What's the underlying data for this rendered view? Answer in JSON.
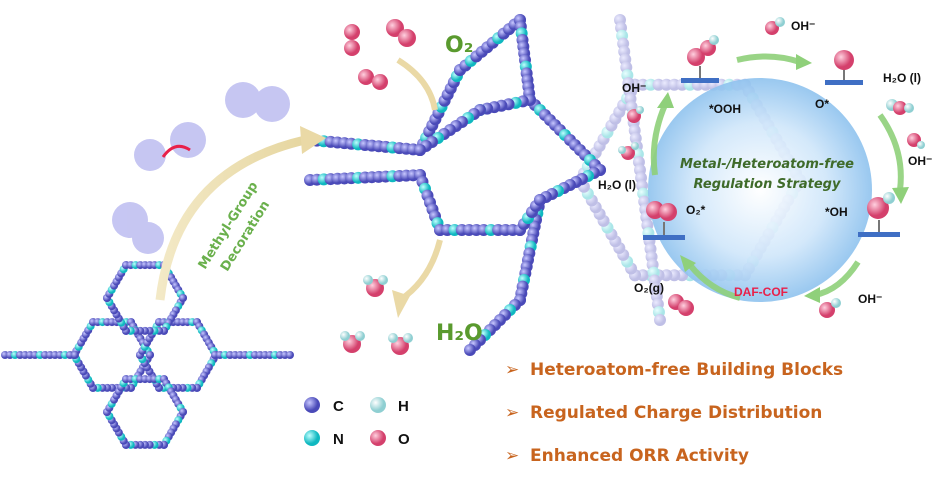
{
  "top_label_o2": "O₂",
  "bottom_label_h2o": "H₂O",
  "arrow_label": {
    "line1": "Methyl-Group",
    "line2": "Decoration"
  },
  "cycle": {
    "center_line1": "Metal-/Heteroatom-free",
    "center_line2": "Regulation Strategy",
    "catalyst": "DAF-COF",
    "intermediates": {
      "ooh": "*OOH",
      "o": "O*",
      "oh": "*OH",
      "o2": "O₂*"
    },
    "species": {
      "oh_top": "OH⁻",
      "oh_left": "OH⁻",
      "h2o_right": "H₂O (l)",
      "oh_right": "OH⁻",
      "h2o_left": "H₂O (l)",
      "oh_bottom": "OH⁻",
      "o2g": "O₂(g)"
    }
  },
  "bullets": [
    "Heteroatom-free Building Blocks",
    "Regulated Charge Distribution",
    "Enhanced ORR Activity"
  ],
  "bullet_marker": "➢",
  "legend": [
    {
      "symbol": "C",
      "color": "#6a6ad8"
    },
    {
      "symbol": "H",
      "color": "#cfe8ea"
    },
    {
      "symbol": "N",
      "color": "#22d3d3"
    },
    {
      "symbol": "O",
      "color": "#e0507a"
    }
  ],
  "colors": {
    "accent_green": "#5a9a2e",
    "bullet_orange": "#c8641e",
    "catalyst_red": "#e8204a",
    "carbon": "#6a6ad8"
  }
}
